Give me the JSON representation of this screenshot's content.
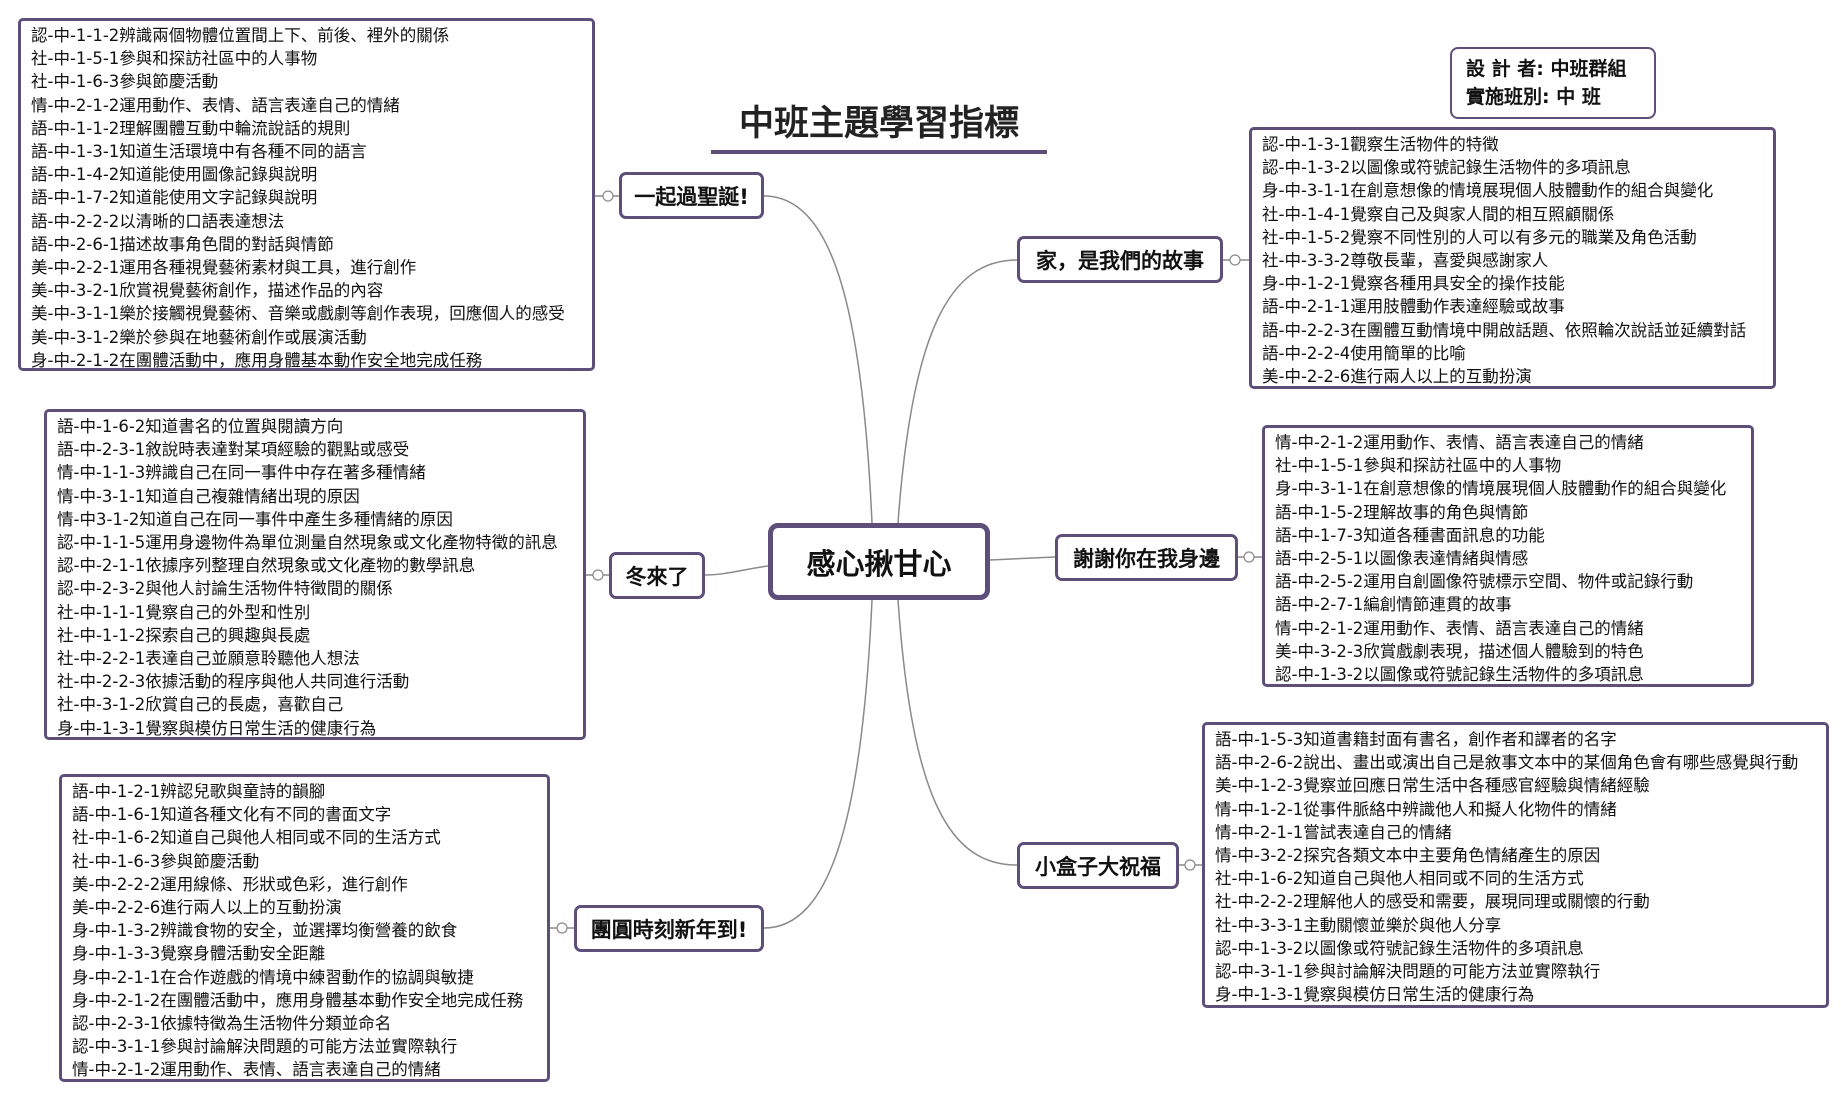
{
  "title": "中班主題學習指標",
  "designer": {
    "line1": "設 計 者:  中班群組",
    "line2": "實施班別: 中    班"
  },
  "center": "感心揪甘心",
  "colors": {
    "border": "#5d4e7a",
    "line": "#8a8a8a"
  },
  "branches": {
    "christmas": {
      "label": "一起過聖誕!",
      "items": [
        "認-中-1-1-2辨識兩個物體位置間上下、前後、裡外的關係",
        "社-中-1-5-1參與和探訪社區中的人事物",
        "社-中-1-6-3參與節慶活動",
        "情-中-2-1-2運用動作、表情、語言表達自己的情緒",
        "語-中-1-1-2理解團體互動中輪流說話的規則",
        "語-中-1-3-1知道生活環境中有各種不同的語言",
        "語-中-1-4-2知道能使用圖像記錄與說明",
        "語-中-1-7-2知道能使用文字記錄與說明",
        "語-中-2-2-2以清晰的口語表達想法",
        "語-中-2-6-1描述故事角色間的對話與情節",
        "美-中-2-2-1運用各種視覺藝術素材與工具，進行創作",
        "美-中-3-2-1欣賞視覺藝術創作，描述作品的內容",
        "美-中-3-1-1樂於接觸視覺藝術、音樂或戲劇等創作表現，回應個人的感受",
        "美-中-3-1-2樂於參與在地藝術創作或展演活動",
        "身-中-2-1-2在團體活動中，應用身體基本動作安全地完成任務"
      ]
    },
    "family": {
      "label": "家，是我們的故事",
      "items": [
        "認-中-1-3-1觀察生活物件的特徵",
        "認-中-1-3-2以圖像或符號記錄生活物件的多項訊息",
        "身-中-3-1-1在創意想像的情境展現個人肢體動作的組合與變化",
        "社-中-1-4-1覺察自己及與家人間的相互照顧關係",
        "社-中-1-5-2覺察不同性別的人可以有多元的職業及角色活動",
        "社-中-3-3-2尊敬長輩，喜愛與感謝家人",
        "身-中-1-2-1覺察各種用具安全的操作技能",
        "語-中-2-1-1運用肢體動作表達經驗或故事",
        "語-中-2-2-3在團體互動情境中開啟話題、依照輪次說話並延續對話",
        "語-中-2-2-4使用簡單的比喻",
        "美-中-2-2-6進行兩人以上的互動扮演"
      ]
    },
    "winter": {
      "label": "冬來了",
      "items": [
        "語-中-1-6-2知道書名的位置與閱讀方向",
        "語-中-2-3-1敘說時表達對某項經驗的觀點或感受",
        "情-中-1-1-3辨識自己在同一事件中存在著多種情緒",
        "情-中-3-1-1知道自己複雜情緒出現的原因",
        "情-中3-1-2知道自己在同一事件中產生多種情緒的原因",
        "認-中-1-1-5運用身邊物件為單位測量自然現象或文化產物特徵的訊息",
        "認-中-2-1-1依據序列整理自然現象或文化產物的數學訊息",
        "認-中-2-3-2與他人討論生活物件特徵間的關係",
        "社-中-1-1-1覺察自己的外型和性別",
        "社-中-1-1-2探索自己的興趣與長處",
        "社-中-2-2-1表達自己並願意聆聽他人想法",
        "社-中-2-2-3依據活動的程序與他人共同進行活動",
        "社-中-3-1-2欣賞自己的長處，喜歡自己",
        "身-中-1-3-1覺察與模仿日常生活的健康行為"
      ]
    },
    "thanks": {
      "label": "謝謝你在我身邊",
      "items": [
        "情-中-2-1-2運用動作、表情、語言表達自己的情緒",
        "社-中-1-5-1參與和探訪社區中的人事物",
        "身-中-3-1-1在創意想像的情境展現個人肢體動作的組合與變化",
        "語-中-1-5-2理解故事的角色與情節",
        "語-中-1-7-3知道各種書面訊息的功能",
        "語-中-2-5-1以圖像表達情緒與情感",
        "語-中-2-5-2運用自創圖像符號標示空間、物件或記錄行動",
        "語-中-2-7-1編創情節連貫的故事",
        "情-中-2-1-2運用動作、表情、語言表達自己的情緒",
        "美-中-3-2-3欣賞戲劇表現，描述個人體驗到的特色",
        "認-中-1-3-2以圖像或符號記錄生活物件的多項訊息"
      ]
    },
    "newyear": {
      "label": "團圓時刻新年到!",
      "items": [
        "語-中-1-2-1辨認兒歌與童詩的韻腳",
        "語-中-1-6-1知道各種文化有不同的書面文字",
        "社-中-1-6-2知道自己與他人相同或不同的生活方式",
        "社-中-1-6-3參與節慶活動",
        "美-中-2-2-2運用線條、形狀或色彩，進行創作",
        "美-中-2-2-6進行兩人以上的互動扮演",
        "身-中-1-3-2辨識食物的安全，並選擇均衡營養的飲食",
        "身-中-1-3-3覺察身體活動安全距離",
        "身-中-2-1-1在合作遊戲的情境中練習動作的協調與敏捷",
        "身-中-2-1-2在團體活動中，應用身體基本動作安全地完成任務",
        "認-中-2-3-1依據特徵為生活物件分類並命名",
        "認-中-3-1-1參與討論解決問題的可能方法並實際執行",
        "情-中-2-1-2運用動作、表情、語言表達自己的情緒"
      ]
    },
    "giftbox": {
      "label": "小盒子大祝福",
      "items": [
        "語-中-1-5-3知道書籍封面有書名，創作者和譯者的名字",
        "語-中-2-6-2說出、畫出或演出自己是敘事文本中的某個角色會有哪些感覺與行動",
        "美-中-1-2-3覺察並回應日常生活中各種感官經驗與情緒經驗",
        "情-中-1-2-1從事件脈絡中辨識他人和擬人化物件的情緒",
        "情-中-2-1-1嘗試表達自己的情緒",
        "情-中-3-2-2探究各類文本中主要角色情緒產生的原因",
        "社-中-1-6-2知道自己與他人相同或不同的生活方式",
        "社-中-2-2-2理解他人的感受和需要，展現同理或關懷的行動",
        "社-中-3-3-1主動關懷並樂於與他人分享",
        "認-中-1-3-2以圖像或符號記錄生活物件的多項訊息",
        "認-中-3-1-1參與討論解決問題的可能方法並實際執行",
        "身-中-1-3-1覺察與模仿日常生活的健康行為"
      ]
    }
  }
}
